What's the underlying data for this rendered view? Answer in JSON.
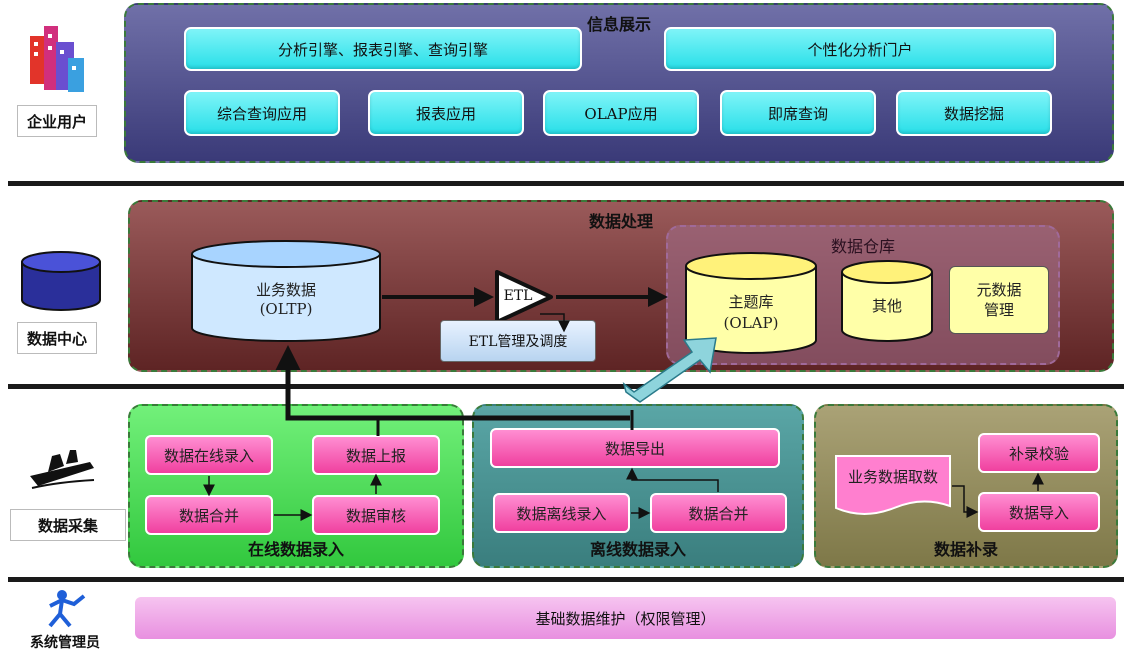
{
  "roles": {
    "enterprise_user": "企业用户",
    "data_center": "数据中心",
    "data_collection": "数据采集",
    "sys_admin": "系统管理员"
  },
  "info_display": {
    "title": "信息展示",
    "top_left": "分析引擎、报表引擎、查询引擎",
    "top_right": "个性化分析门户",
    "apps": [
      "综合查询应用",
      "报表应用",
      "OLAP应用",
      "即席查询",
      "数据挖掘"
    ]
  },
  "data_processing": {
    "title": "数据处理",
    "oltp_line1": "业务数据",
    "oltp_line2": "(OLTP)",
    "etl": "ETL",
    "etl_mgmt": "ETL管理及调度",
    "warehouse_title": "数据仓库",
    "olap_line1": "主题库",
    "olap_line2": "(OLAP)",
    "other": "其他",
    "meta_line1": "元数据",
    "meta_line2": "管理"
  },
  "online_entry": {
    "title": "在线数据录入",
    "online_input": "数据在线录入",
    "report_up": "数据上报",
    "merge": "数据合并",
    "review": "数据审核"
  },
  "offline_entry": {
    "title": "离线数据录入",
    "export": "数据导出",
    "offline_input": "数据离线录入",
    "merge": "数据合并"
  },
  "supplement": {
    "title": "数据补录",
    "biz_fetch": "业务数据取数",
    "verify": "补录校验",
    "import": "数据导入"
  },
  "maintenance": {
    "label": "基础数据维护（权限管理）"
  },
  "colors": {
    "info_panel": "#4d4d8a",
    "processing_panel": "#6b3030",
    "online_panel": "#3fd24a",
    "offline_panel": "#3f8c8c",
    "supplement_panel": "#8c8650",
    "cyan": "#28dfe8",
    "pink": "#f0409f"
  }
}
